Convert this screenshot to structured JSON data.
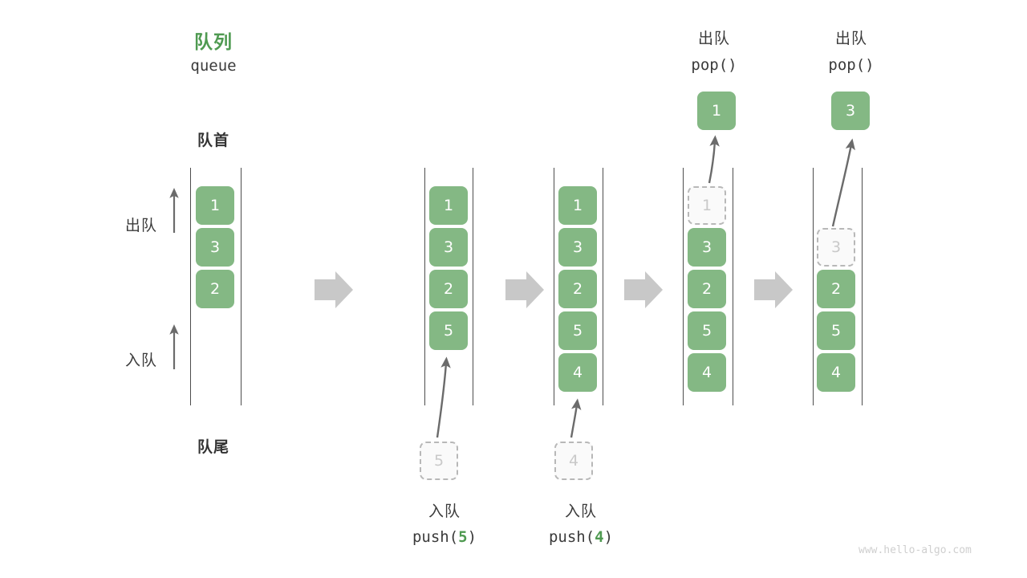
{
  "diagram": {
    "title_cn": "队列",
    "title_en": "queue",
    "head_label": "队首",
    "tail_label": "队尾",
    "dequeue_label": "出队",
    "enqueue_label": "入队",
    "watermark": "www.hello-algo.com",
    "accent_green": "#84b884",
    "title_green": "#4f9a51",
    "arrow_gray": "#6b6b6b",
    "step_arrow_gray": "#c8c8c8",
    "ghost_border": "#b8b8b8",
    "ghost_text": "#c9c9c9"
  },
  "columns": [
    {
      "id": "state-initial",
      "cells": [
        {
          "value": "1",
          "state": "filled"
        },
        {
          "value": "3",
          "state": "filled"
        },
        {
          "value": "2",
          "state": "filled"
        }
      ]
    },
    {
      "id": "state-after-push-5",
      "cells": [
        {
          "value": "1",
          "state": "filled"
        },
        {
          "value": "3",
          "state": "filled"
        },
        {
          "value": "2",
          "state": "filled"
        },
        {
          "value": "5",
          "state": "filled"
        }
      ],
      "incoming": {
        "value": "5",
        "state": "ghost"
      },
      "caption_cn": "入队",
      "caption_code_prefix": "push(",
      "caption_code_value": "5",
      "caption_code_suffix": ")"
    },
    {
      "id": "state-after-push-4",
      "cells": [
        {
          "value": "1",
          "state": "filled"
        },
        {
          "value": "3",
          "state": "filled"
        },
        {
          "value": "2",
          "state": "filled"
        },
        {
          "value": "5",
          "state": "filled"
        },
        {
          "value": "4",
          "state": "filled"
        }
      ],
      "incoming": {
        "value": "4",
        "state": "ghost"
      },
      "caption_cn": "入队",
      "caption_code_prefix": "push(",
      "caption_code_value": "4",
      "caption_code_suffix": ")"
    },
    {
      "id": "state-after-pop-1",
      "cells": [
        {
          "value": "1",
          "state": "ghost"
        },
        {
          "value": "3",
          "state": "filled"
        },
        {
          "value": "2",
          "state": "filled"
        },
        {
          "value": "5",
          "state": "filled"
        },
        {
          "value": "4",
          "state": "filled"
        }
      ],
      "popped": {
        "value": "1",
        "state": "filled"
      },
      "header_cn": "出队",
      "header_code": "pop()"
    },
    {
      "id": "state-after-pop-3",
      "cells": [
        {
          "value": "3",
          "state": "ghost"
        },
        {
          "value": "2",
          "state": "filled"
        },
        {
          "value": "5",
          "state": "filled"
        },
        {
          "value": "4",
          "state": "filled"
        }
      ],
      "popped": {
        "value": "3",
        "state": "filled"
      },
      "header_cn": "出队",
      "header_code": "pop()"
    }
  ],
  "step_arrows": [
    {
      "id": "step-arrow-1"
    },
    {
      "id": "step-arrow-2"
    },
    {
      "id": "step-arrow-3"
    },
    {
      "id": "step-arrow-4"
    }
  ]
}
